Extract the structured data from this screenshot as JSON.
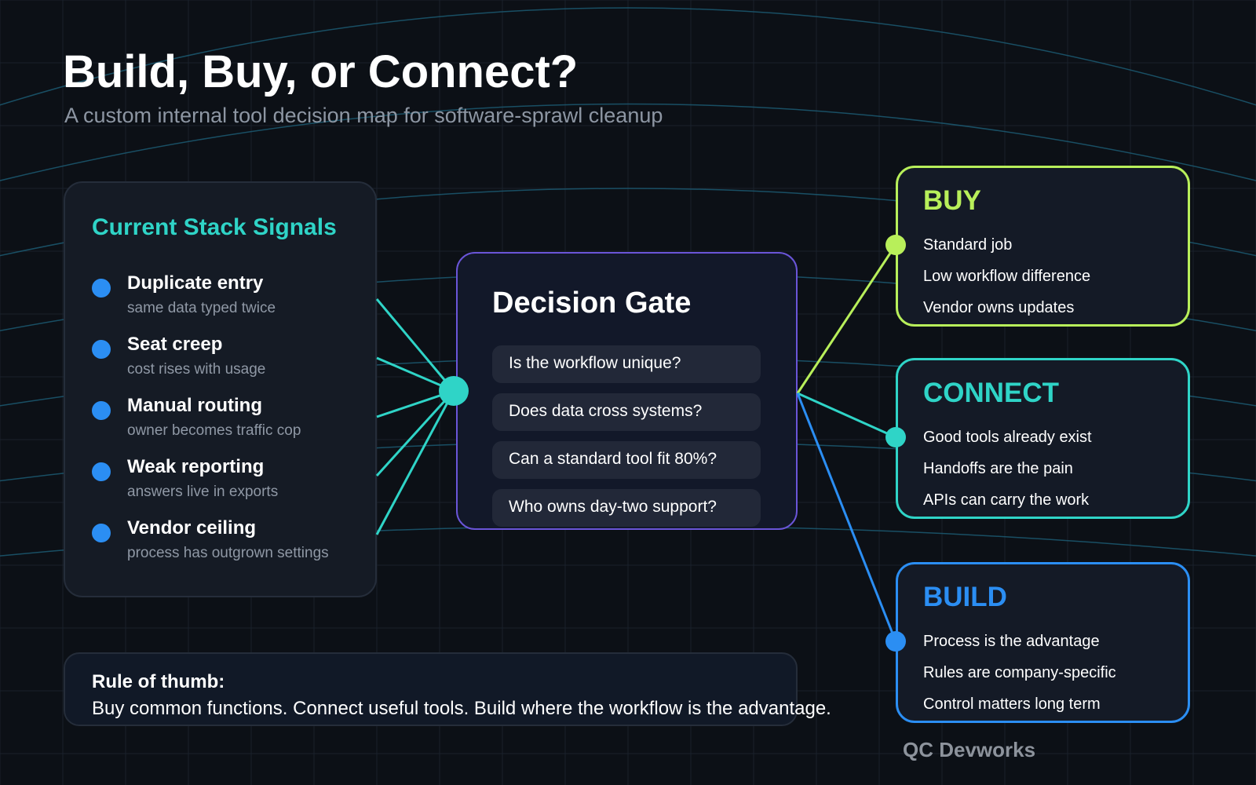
{
  "header": {
    "title": "Build, Buy, or Connect?",
    "subtitle": "A custom internal tool decision map for software-sprawl cleanup"
  },
  "signals": {
    "title": "Current Stack Signals",
    "items": [
      {
        "label": "Duplicate entry",
        "sub": "same data typed twice"
      },
      {
        "label": "Seat creep",
        "sub": "cost rises with usage"
      },
      {
        "label": "Manual routing",
        "sub": "owner becomes traffic cop"
      },
      {
        "label": "Weak reporting",
        "sub": "answers live in exports"
      },
      {
        "label": "Vendor ceiling",
        "sub": "process has outgrown settings"
      }
    ]
  },
  "gate": {
    "title": "Decision Gate",
    "questions": [
      "Is the workflow unique?",
      "Does data cross systems?",
      "Can a standard tool fit 80%?",
      "Who owns day-two support?"
    ]
  },
  "options": {
    "buy": {
      "title": "BUY",
      "color": "#b8ef5a",
      "items": [
        "Standard job",
        "Low workflow difference",
        "Vendor owns updates"
      ]
    },
    "connect": {
      "title": "CONNECT",
      "color": "#2fd4c7",
      "items": [
        "Good tools already exist",
        "Handoffs are the pain",
        "APIs can carry the work"
      ]
    },
    "build": {
      "title": "BUILD",
      "color": "#2b8ef3",
      "items": [
        "Process is the advantage",
        "Rules are company-specific",
        "Control matters long term"
      ]
    }
  },
  "rule": {
    "title": "Rule of thumb:",
    "text": "Buy common functions. Connect useful tools. Build where the workflow is the advantage."
  },
  "brand": "QC Devworks",
  "colors": {
    "background": "#0c1016",
    "accent_teal": "#2fd4c7",
    "accent_purple": "#6a55d8",
    "signal_dot": "#2b8ef3"
  }
}
